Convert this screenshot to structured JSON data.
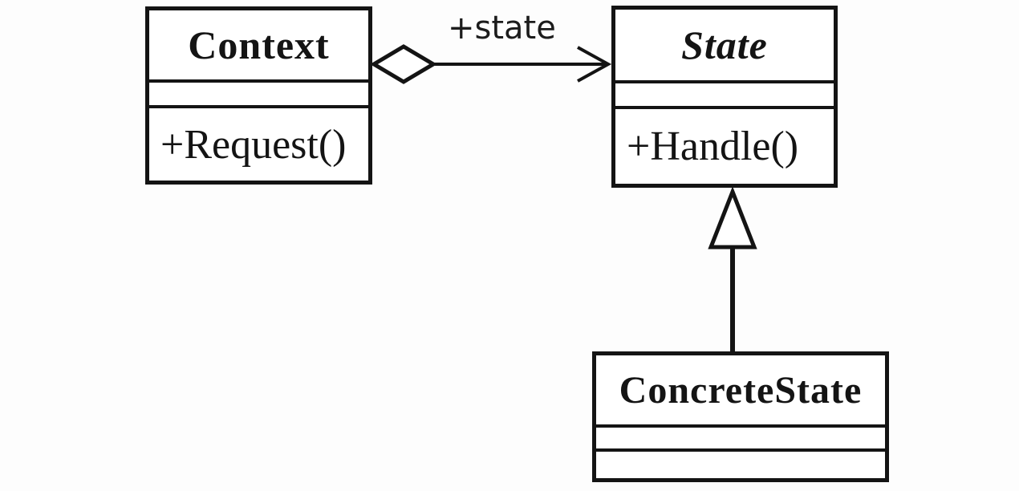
{
  "diagram": {
    "kind": "uml-class-diagram",
    "pattern": "State",
    "colors": {
      "stroke": "#141414",
      "class_fill": "#ffffff",
      "background": "#fdfdfd"
    },
    "classes": [
      {
        "id": "context",
        "name": "Context",
        "abstract": false,
        "attributes": [],
        "methods": [
          "+Request()"
        ]
      },
      {
        "id": "state",
        "name": "State",
        "abstract": true,
        "attributes": [],
        "methods": [
          "+Handle()"
        ]
      },
      {
        "id": "concrete-state",
        "name": "ConcreteState",
        "abstract": false,
        "attributes": [],
        "methods": []
      }
    ],
    "relations": [
      {
        "type": "aggregation",
        "from": "Context",
        "to": "State",
        "label": "+state",
        "marker_source": "hollow-diamond",
        "marker_target": "open-arrowhead"
      },
      {
        "type": "inheritance",
        "from": "ConcreteState",
        "to": "State",
        "label": "",
        "marker_target": "hollow-triangle"
      }
    ]
  }
}
